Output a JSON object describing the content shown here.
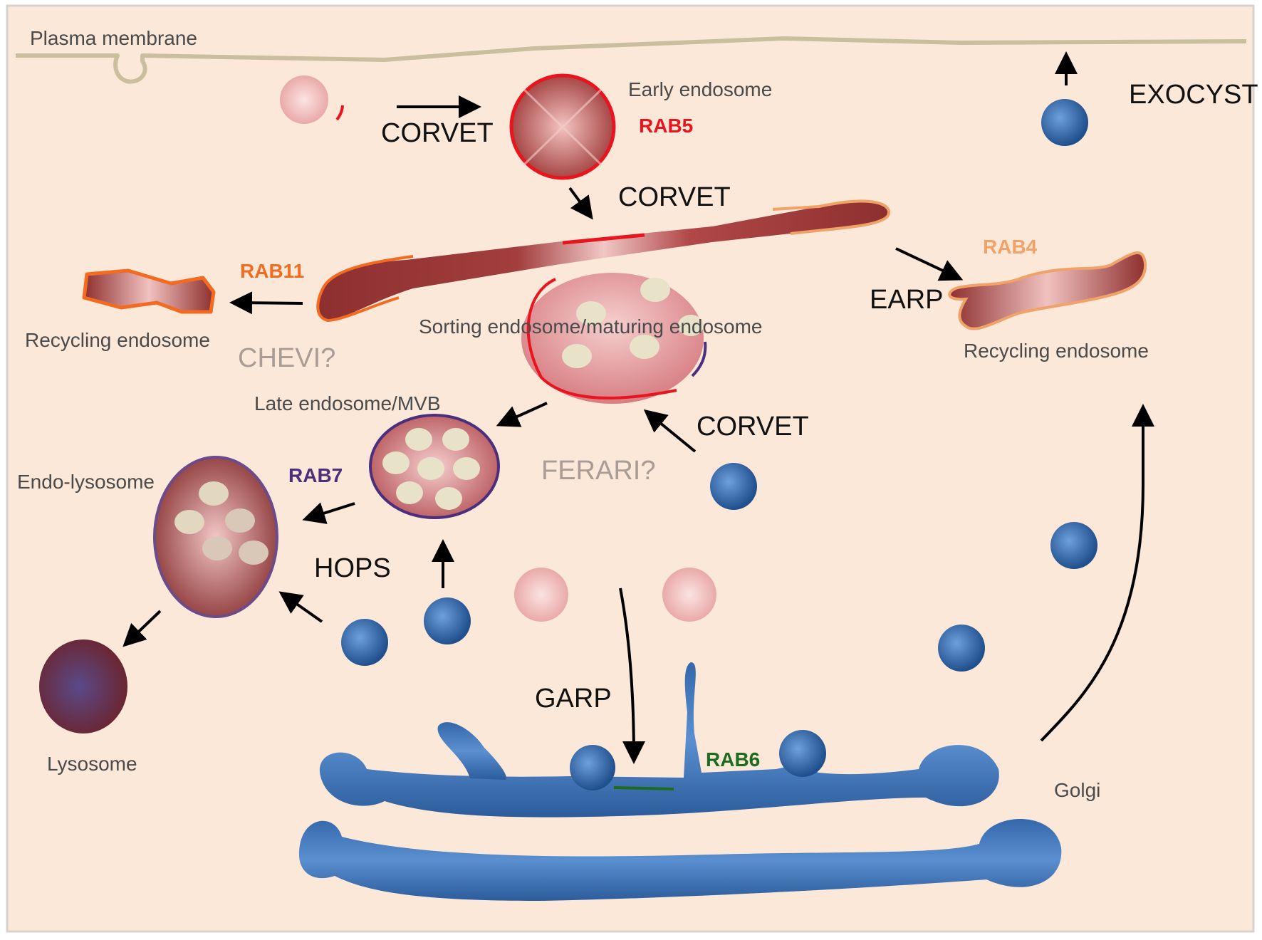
{
  "labels": {
    "plasma_membrane": "Plasma membrane",
    "early_endosome": "Early endosome",
    "sorting_endosome": "Sorting endosome/maturing endosome",
    "recycling_endosome_left": "Recycling endosome",
    "recycling_endosome_right": "Recycling endosome",
    "late_endosome": "Late endosome/MVB",
    "endo_lysosome": "Endo-lysosome",
    "lysosome": "Lysosome",
    "golgi": "Golgi"
  },
  "complexes": {
    "corvet_top": "CORVET",
    "corvet_mid": "CORVET",
    "corvet_bottom": "CORVET",
    "exocyst": "EXOCYST",
    "earp": "EARP",
    "hops": "HOPS",
    "garp": "GARP",
    "chevi": "CHEVI?",
    "ferari": "FERARI?"
  },
  "rabs": {
    "rab5": "RAB5",
    "rab11": "RAB11",
    "rab4": "RAB4",
    "rab7": "RAB7",
    "rab6": "RAB6"
  },
  "colors": {
    "background": "#fce8d9",
    "membrane": "#c9bf9d",
    "endosome_dark": "#8e2f2f",
    "endosome_light": "#f2c2c2",
    "rab5": "#e8141e",
    "rab11": "#f26b21",
    "rab4": "#f0a268",
    "rab7": "#4b2e7c",
    "rab6": "#1d6b1d",
    "vesicle_blue": "#2a5d9e",
    "golgi_blue": "#3a72b8",
    "question_grey": "#a89c94"
  }
}
